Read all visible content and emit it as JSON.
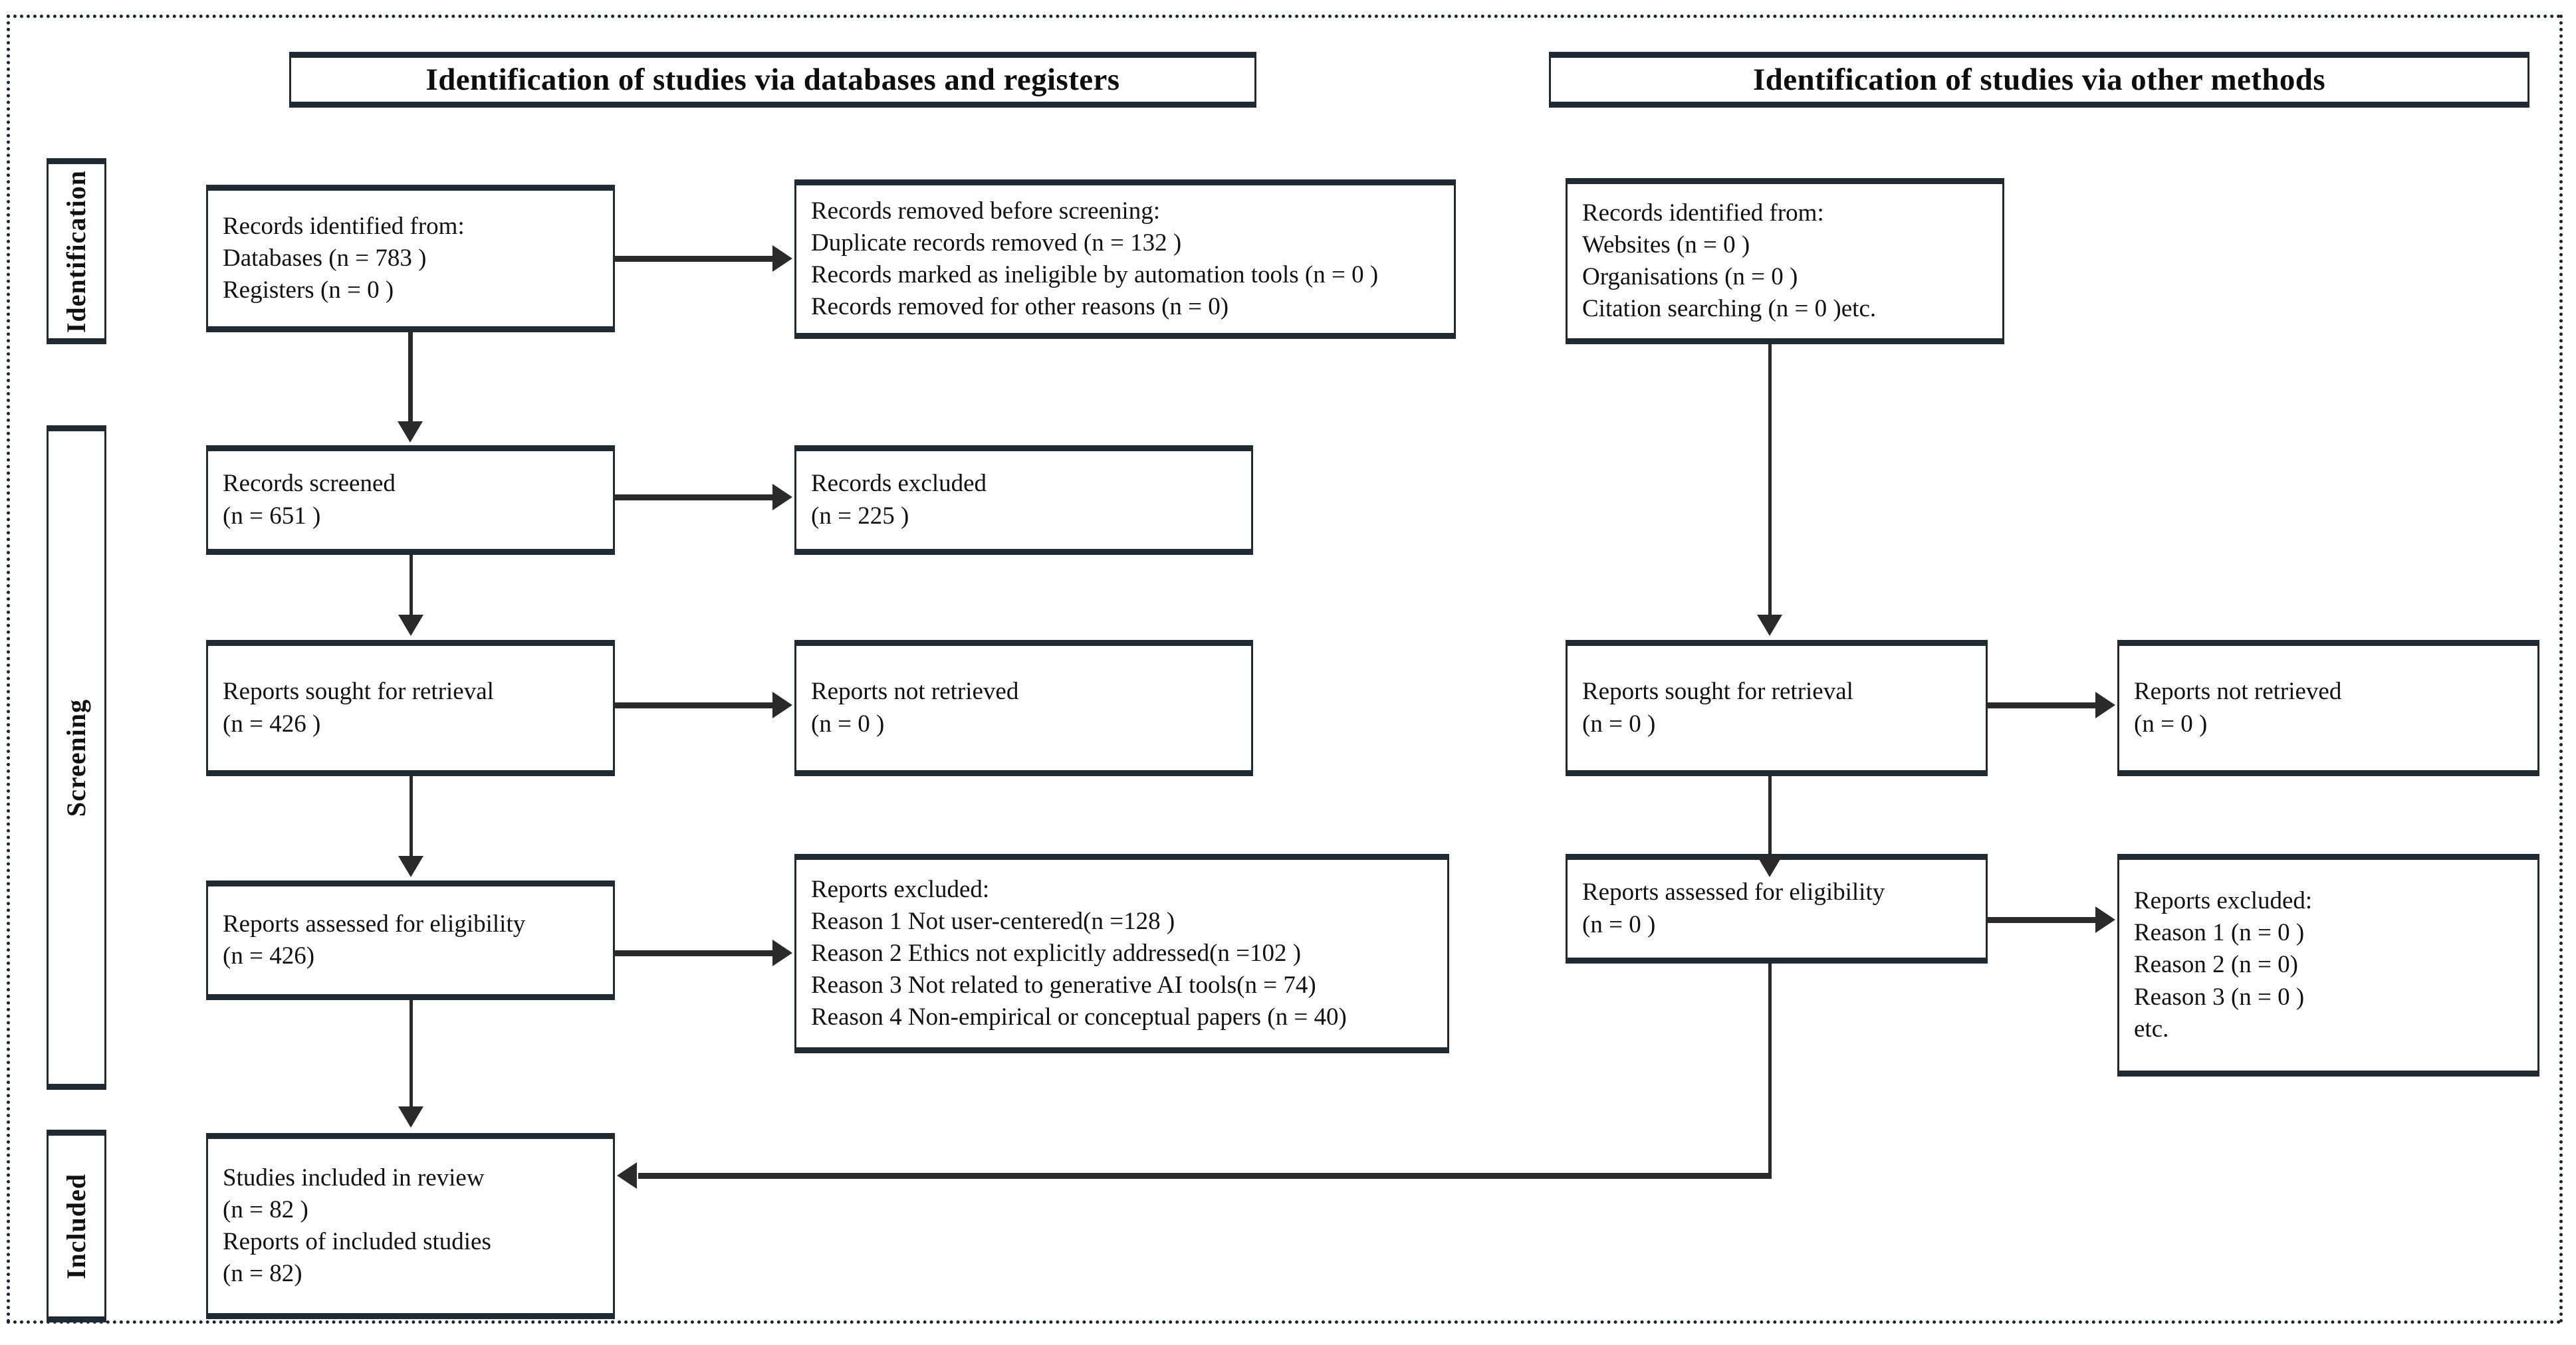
{
  "diagram": {
    "title": "PRISMA 2020 flow diagram",
    "frame_style": "dotted",
    "accent_color": "#1f2a33",
    "line_color": "#2a2a2a",
    "background": "#ffffff"
  },
  "headers": {
    "left": "Identification of studies via databases and registers",
    "right": "Identification of studies via other methods"
  },
  "stages": [
    {
      "label": "Identification"
    },
    {
      "label": "Screening"
    },
    {
      "label": "Included"
    }
  ],
  "left_column": {
    "identified": {
      "lines": [
        "Records identified from:",
        "Databases (n = 783 )",
        "Registers (n = 0 )"
      ]
    },
    "removed_before_screening": {
      "lines": [
        "Records removed before screening:",
        "Duplicate records removed  (n = 132 )",
        "Records marked as ineligible by automation tools (n = 0 )",
        "Records removed for other reasons (n = 0)"
      ]
    },
    "screened": {
      "lines": [
        "Records screened",
        "(n = 651 )"
      ]
    },
    "records_excluded": {
      "lines": [
        "Records excluded",
        "(n = 225 )"
      ]
    },
    "sought_for_retrieval": {
      "lines": [
        "Reports sought for retrieval",
        "(n = 426 )"
      ]
    },
    "not_retrieved": {
      "lines": [
        "Reports not retrieved",
        "(n = 0 )"
      ]
    },
    "assessed_for_eligibility": {
      "lines": [
        "Reports assessed for eligibility",
        "(n = 426)"
      ]
    },
    "reports_excluded": {
      "lines": [
        "Reports excluded:",
        "Reason 1 Not user-centered(n =128 )",
        "Reason 2 Ethics not explicitly addressed(n =102 )",
        "Reason 3 Not related to generative AI tools(n = 74)",
        "Reason 4 Non-empirical or conceptual papers (n = 40)"
      ]
    },
    "included": {
      "lines": [
        "Studies included in review",
        "(n = 82 )",
        "Reports of included studies",
        "(n = 82)"
      ]
    }
  },
  "right_column": {
    "identified": {
      "lines": [
        "Records identified from:",
        "Websites (n = 0 )",
        "Organisations (n = 0 )",
        "Citation searching (n = 0 )etc."
      ]
    },
    "sought_for_retrieval": {
      "lines": [
        "Reports sought for retrieval",
        "(n = 0 )"
      ]
    },
    "not_retrieved": {
      "lines": [
        "Reports not retrieved",
        "(n = 0 )"
      ]
    },
    "assessed_for_eligibility": {
      "lines": [
        "Reports assessed for eligibility",
        "(n = 0 )"
      ]
    },
    "reports_excluded": {
      "lines": [
        "Reports excluded:",
        "Reason 1 (n = 0 )",
        "Reason 2 (n = 0)",
        "Reason 3 (n = 0 )",
        "etc."
      ]
    }
  }
}
